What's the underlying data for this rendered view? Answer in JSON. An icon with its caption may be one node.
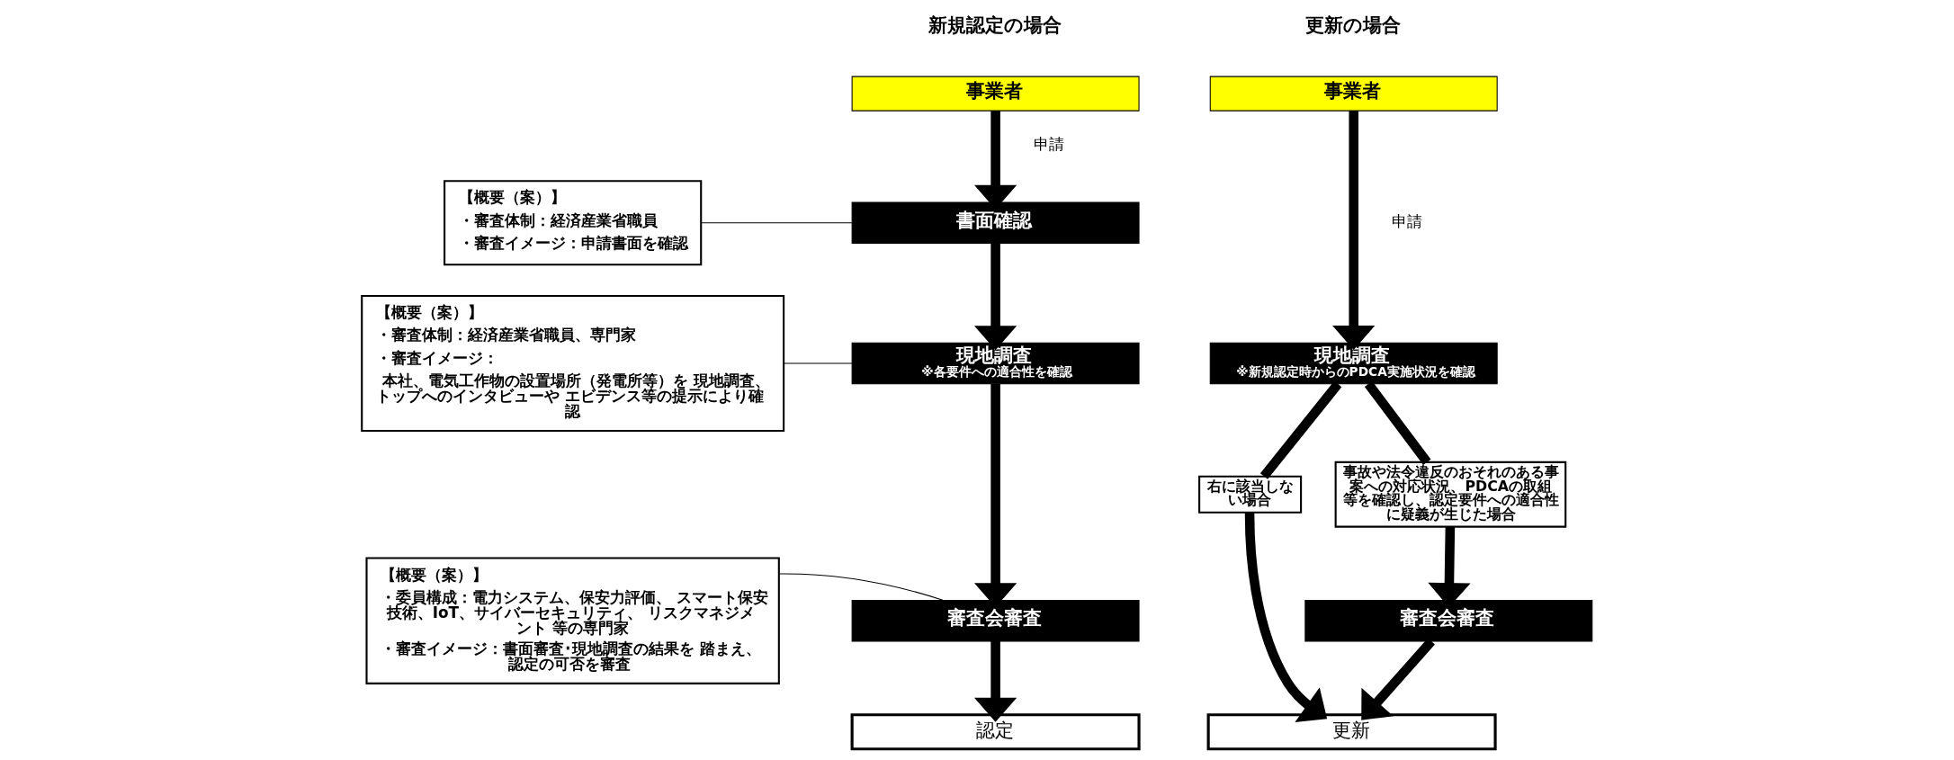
{
  "diagram": {
    "nodes": [
      {
        "text": [
          "【概要（案）】",
          "・審査体制：経済産業省職員",
          "・審査イメージ：申請書面を確認"
        ]
      },
      {
        "text": [
          "【概要（案）】",
          "・審査体制：経済産業省職員、専門家",
          "・審査イメージ：",
          "本社、電気工作物の設置場所（発電所等）を 現地調査、トップへのインタビューや エビデンス等の提示により確認"
        ]
      },
      {
        "text": [
          "【概要（案）】",
          "・委員構成：電力システム、保安力評価、 スマート保安技術、IoT、サイバーセキュリティ、 リスクマネジメント 等の専門家",
          "・審査イメージ：書面審査･現地調査の結果を 踏まえ、認定の可否を審査"
        ]
      },
      {
        "text": [
          "事業者"
        ]
      },
      {
        "text": [
          "書面確認"
        ]
      },
      {
        "text": [
          "現地調査",
          "※各要件への適合性を確認"
        ]
      },
      {
        "text": [
          "審査会審査"
        ]
      },
      {
        "text": [
          "認定"
        ]
      },
      {
        "text": [
          "事業者"
        ]
      },
      {
        "text": [
          "現地調査",
          "※新規認定時からのPDCA実施状況を確認"
        ]
      },
      {
        "text": [
          "右に該当しない場合"
        ]
      },
      {
        "text": [
          "事故や法令違反のおそれのある事案への対応状況、PDCAの取組等を確認し、認定要件への適合性に疑義が生じた場合"
        ]
      },
      {
        "text": [
          "審査会審査"
        ]
      },
      {
        "text": [
          "更新"
        ]
      }
    ],
    "edges": [
      {
        "from": 3,
        "to": 4,
        "arrow": "to",
        "label": "申請"
      },
      {
        "from": 4,
        "to": 5,
        "arrow": "to"
      },
      {
        "from": 5,
        "to": 6,
        "arrow": "to"
      },
      {
        "from": 6,
        "to": 7,
        "arrow": "to"
      },
      {
        "from": 8,
        "to": 9,
        "arrow": "to",
        "label": "申請"
      },
      {
        "from": 9,
        "to": 10,
        "arrow": "none"
      },
      {
        "from": 10,
        "to": 13,
        "arrow": "to"
      },
      {
        "from": 9,
        "to": 11,
        "arrow": "none"
      },
      {
        "from": 11,
        "to": 12,
        "arrow": "to"
      },
      {
        "from": 12,
        "to": 13,
        "arrow": "to"
      },
      {
        "from": 0,
        "to": 4,
        "arrow": "none"
      },
      {
        "from": 1,
        "to": 5,
        "arrow": "none"
      },
      {
        "from": 2,
        "to": 6,
        "arrow": "none"
      }
    ],
    "labels": [
      "新規認定の場合",
      "更新の場合"
    ]
  }
}
